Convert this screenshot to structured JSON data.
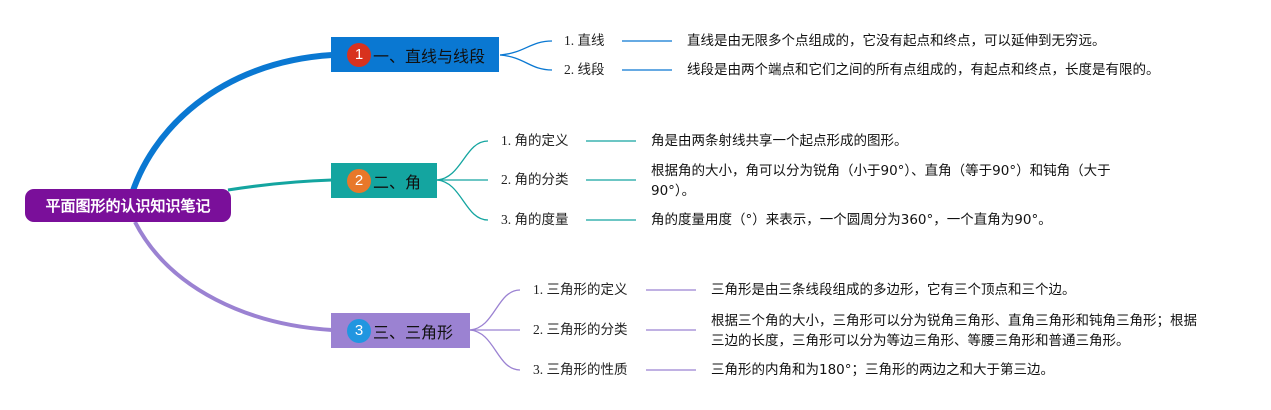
{
  "colors": {
    "root": "#7a0f9a",
    "branch1": "#0a78d2",
    "branch2": "#14a5a0",
    "branch3": "#9b82d2",
    "badge1": "#d8321e",
    "badge2": "#e8782a",
    "badge3": "#2196e0"
  },
  "root": {
    "label": "平面图形的认识知识笔记"
  },
  "branches": [
    {
      "badge": "1",
      "label": "一、直线与线段",
      "children": [
        {
          "label": "1. 直线",
          "desc": "直线是由无限多个点组成的，它没有起点和终点，可以延伸到无穷远。"
        },
        {
          "label": "2. 线段",
          "desc": "线段是由两个端点和它们之间的所有点组成的，有起点和终点，长度是有限的。"
        }
      ]
    },
    {
      "badge": "2",
      "label": "二、角",
      "children": [
        {
          "label": "1. 角的定义",
          "desc": "角是由两条射线共享一个起点形成的图形。"
        },
        {
          "label": "2. 角的分类",
          "desc": "根据角的大小，角可以分为锐角（小于90°）、直角（等于90°）和钝角（大于90°）。"
        },
        {
          "label": "3. 角的度量",
          "desc": "角的度量用度（°）来表示，一个圆周分为360°，一个直角为90°。"
        }
      ]
    },
    {
      "badge": "3",
      "label": "三、三角形",
      "children": [
        {
          "label": "1. 三角形的定义",
          "desc": "三角形是由三条线段组成的多边形，它有三个顶点和三个边。"
        },
        {
          "label": "2. 三角形的分类",
          "desc": "根据三个角的大小，三角形可以分为锐角三角形、直角三角形和钝角三角形；根据三边的长度，三角形可以分为等边三角形、等腰三角形和普通三角形。"
        },
        {
          "label": "3. 三角形的性质",
          "desc": "三角形的内角和为180°；三角形的两边之和大于第三边。"
        }
      ]
    }
  ]
}
